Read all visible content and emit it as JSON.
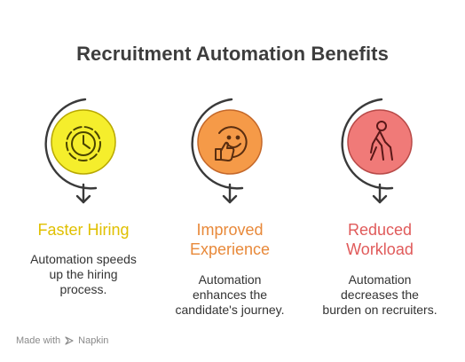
{
  "title": "Recruitment Automation Benefits",
  "benefits": [
    {
      "heading_lines": [
        "Faster Hiring"
      ],
      "description_lines": [
        "Automation speeds",
        "up the hiring",
        "process."
      ],
      "icon": "stopwatch-icon",
      "heading_color": "#e0c000",
      "circle_fill": "#f5ee2c",
      "circle_stroke": "#b8a800"
    },
    {
      "heading_lines": [
        "Improved",
        "Experience"
      ],
      "description_lines": [
        "Automation",
        "enhances the",
        "candidate's journey."
      ],
      "icon": "thumbs-up-smiley-icon",
      "heading_color": "#e8893a",
      "circle_fill": "#f59a48",
      "circle_stroke": "#c4682a"
    },
    {
      "heading_lines": [
        "Reduced",
        "Workload"
      ],
      "description_lines": [
        "Automation",
        "decreases the",
        "burden on recruiters."
      ],
      "icon": "tired-person-icon",
      "heading_color": "#e05a5a",
      "circle_fill": "#f07a78",
      "circle_stroke": "#b84a48"
    }
  ],
  "footer": {
    "text": "Made with",
    "brand": "Napkin"
  }
}
